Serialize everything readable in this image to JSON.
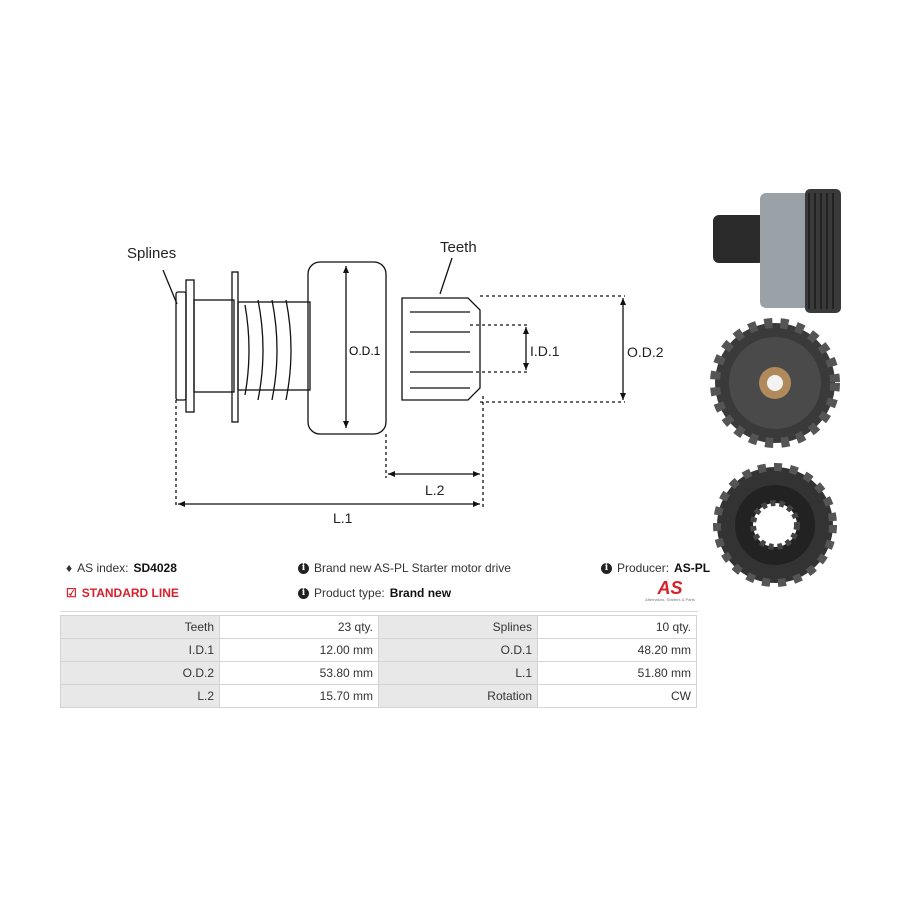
{
  "diagram": {
    "labels": {
      "splines": "Splines",
      "teeth": "Teeth",
      "od1": "O.D.1",
      "id1": "I.D.1",
      "od2": "O.D.2",
      "l1": "L.1",
      "l2": "L.2"
    }
  },
  "info": {
    "as_index_label": "AS index:",
    "as_index_value": "SD4028",
    "line": "STANDARD LINE",
    "description": "Brand new AS-PL Starter motor drive",
    "product_type_label": "Product type:",
    "product_type_value": "Brand new",
    "producer_label": "Producer:",
    "producer_value": "AS-PL",
    "logo_text": "AS",
    "logo_tagline": "Alternators, Starters & Parts"
  },
  "specs": [
    {
      "k1": "Teeth",
      "v1": "23 qty.",
      "k2": "Splines",
      "v2": "10 qty."
    },
    {
      "k1": "I.D.1",
      "v1": "12.00 mm",
      "k2": "O.D.1",
      "v2": "48.20 mm"
    },
    {
      "k1": "O.D.2",
      "v1": "53.80 mm",
      "k2": "L.1",
      "v2": "51.80 mm"
    },
    {
      "k1": "L.2",
      "v1": "15.70 mm",
      "k2": "Rotation",
      "v2": "CW"
    }
  ],
  "colors": {
    "accent": "#d7202a",
    "table_key_bg": "#e8e8e8"
  }
}
